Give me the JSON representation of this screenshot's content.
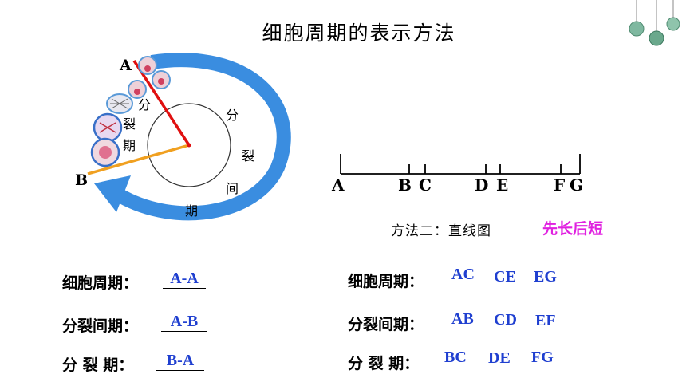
{
  "title": "细胞周期的表示方法",
  "circle": {
    "label_a": "A",
    "label_b": "B",
    "division_chars": [
      "分",
      "裂",
      "期"
    ],
    "interphase_chars": [
      "分",
      "裂",
      "间",
      "期"
    ]
  },
  "line_diagram": {
    "points": [
      "A",
      "B",
      "C",
      "D",
      "E",
      "F",
      "G"
    ],
    "caption": "方法二：直线图",
    "note": "先长后短"
  },
  "left_answers": [
    {
      "label": "细胞周期：",
      "answer": "A-A"
    },
    {
      "label": "分裂间期：",
      "answer": "A-B"
    },
    {
      "label": "分 裂 期：",
      "answer": "B-A"
    }
  ],
  "right_answers": [
    {
      "label": "细胞周期：",
      "answers": [
        "AC",
        "CE",
        "EG"
      ]
    },
    {
      "label": "分裂间期：",
      "answers": [
        "AB",
        "CD",
        "EF"
      ]
    },
    {
      "label": "分 裂 期：",
      "answers": [
        "BC",
        "DE",
        "FG"
      ]
    }
  ],
  "colors": {
    "arrow": "#3a8de0",
    "interphase_radius": "#e01010",
    "division_radius": "#f0a020",
    "answer_text": "#1f3fd0",
    "note_text": "#e020e0"
  }
}
